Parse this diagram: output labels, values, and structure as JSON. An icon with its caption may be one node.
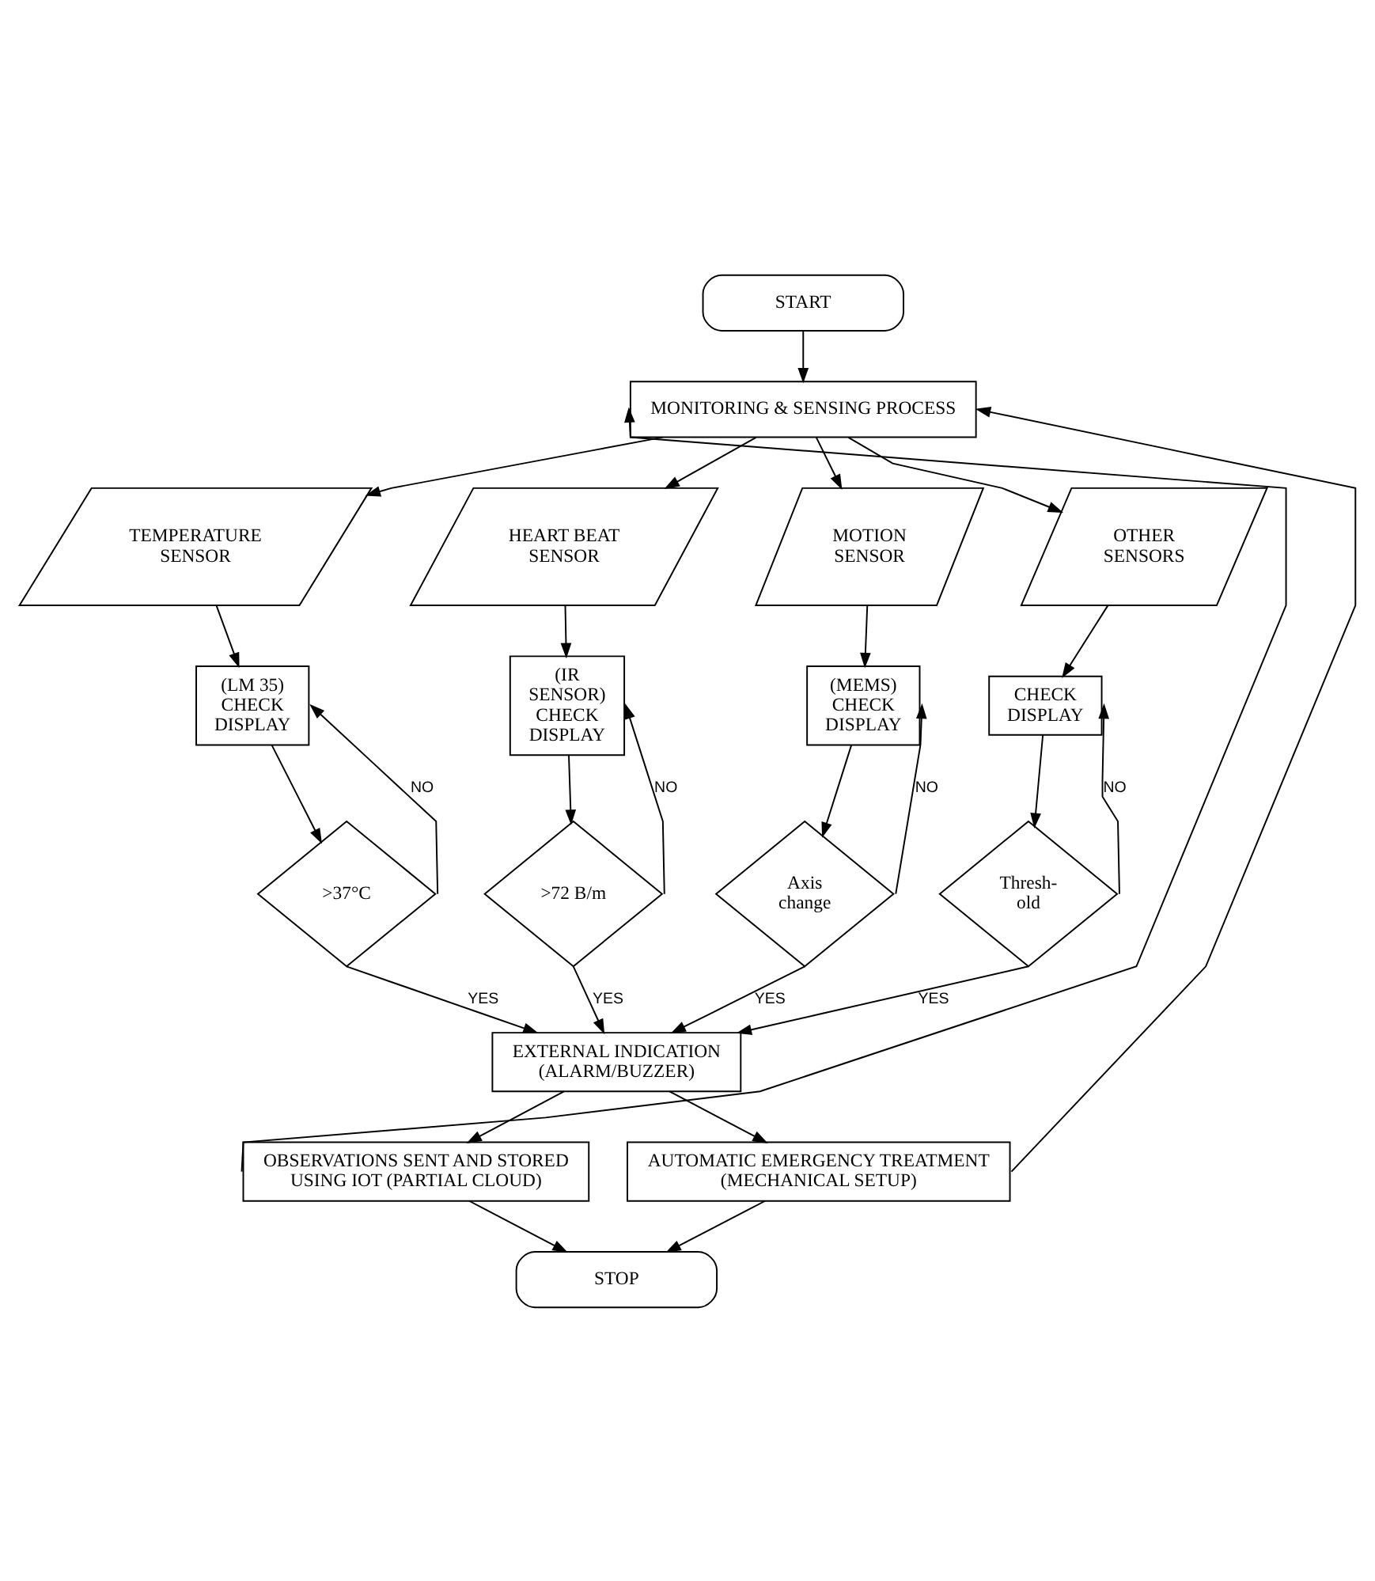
{
  "diagram": {
    "nodes": [
      {
        "text": [
          "START"
        ]
      },
      {
        "text": [
          "MONITORING & SENSING PROCESS"
        ]
      },
      {
        "text": [
          "TEMPERATURE SENSOR"
        ]
      },
      {
        "text": [
          "HEART BEAT SENSOR"
        ]
      },
      {
        "text": [
          "MOTION SENSOR"
        ]
      },
      {
        "text": [
          "OTHER SENSORS"
        ]
      },
      {
        "text": [
          "(LM 35) CHECK DISPLAY"
        ]
      },
      {
        "text": [
          "(IR SENSOR) CHECK DISPLAY"
        ]
      },
      {
        "text": [
          "(MEMS) CHECK DISPLAY"
        ]
      },
      {
        "text": [
          "CHECK DISPLAY"
        ]
      },
      {
        "text": [
          ">37°C"
        ]
      },
      {
        "text": [
          ">72 B/m"
        ]
      },
      {
        "text": [
          "Axis change"
        ]
      },
      {
        "text": [
          "Thresh- old"
        ]
      },
      {
        "text": [
          "EXTERNAL INDICATION (ALARM/BUZZER)"
        ]
      },
      {
        "text": [
          "OBSERVATIONS SENT AND STORED USING IOT (PARTIAL CLOUD)"
        ]
      },
      {
        "text": [
          "AUTOMATIC EMERGENCY TREATMENT (MECHANICAL SETUP)"
        ]
      },
      {
        "text": [
          "STOP"
        ]
      }
    ],
    "edges": [
      {
        "from": 0,
        "to": 1,
        "arrow": "to"
      },
      {
        "from": 1,
        "to": 2,
        "arrow": "to"
      },
      {
        "from": 1,
        "to": 3,
        "arrow": "to"
      },
      {
        "from": 1,
        "to": 4,
        "arrow": "to"
      },
      {
        "from": 1,
        "to": 5,
        "arrow": "to"
      },
      {
        "from": 2,
        "to": 6,
        "arrow": "to"
      },
      {
        "from": 3,
        "to": 7,
        "arrow": "to"
      },
      {
        "from": 4,
        "to": 8,
        "arrow": "to"
      },
      {
        "from": 5,
        "to": 9,
        "arrow": "to"
      },
      {
        "from": 6,
        "to": 10,
        "arrow": "to"
      },
      {
        "from": 7,
        "to": 11,
        "arrow": "to"
      },
      {
        "from": 8,
        "to": 12,
        "arrow": "to"
      },
      {
        "from": 9,
        "to": 13,
        "arrow": "to"
      },
      {
        "from": 10,
        "to": 6,
        "arrow": "to",
        "label": "NO"
      },
      {
        "from": 11,
        "to": 7,
        "arrow": "to",
        "label": "NO"
      },
      {
        "from": 12,
        "to": 8,
        "arrow": "to",
        "label": "NO"
      },
      {
        "from": 13,
        "to": 9,
        "arrow": "to",
        "label": "NO"
      },
      {
        "from": 10,
        "to": 14,
        "arrow": "to",
        "label": "YES"
      },
      {
        "from": 11,
        "to": 14,
        "arrow": "to",
        "label": "YES"
      },
      {
        "from": 12,
        "to": 14,
        "arrow": "to",
        "label": "YES"
      },
      {
        "from": 13,
        "to": 14,
        "arrow": "to",
        "label": "YES"
      },
      {
        "from": 14,
        "to": 15,
        "arrow": "to"
      },
      {
        "from": 14,
        "to": 16,
        "arrow": "to"
      },
      {
        "from": 15,
        "to": 17,
        "arrow": "to"
      },
      {
        "from": 16,
        "to": 17,
        "arrow": "to"
      },
      {
        "from": 15,
        "to": 1,
        "arrow": "to"
      },
      {
        "from": 16,
        "to": 1,
        "arrow": "to"
      }
    ]
  }
}
